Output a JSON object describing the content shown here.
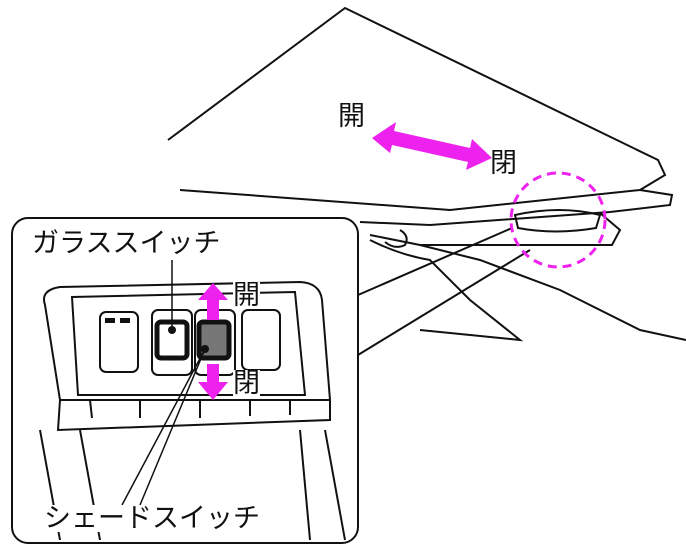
{
  "labels": {
    "roof_open": "開",
    "roof_close": "閉",
    "glass_switch": "ガラススイッチ",
    "shade_open": "開",
    "shade_close": "閉",
    "shade_switch": "シェードスイッチ"
  },
  "colors": {
    "arrow": "#ee22ee",
    "line": "#111111",
    "shade_switch_fill": "#777777"
  }
}
